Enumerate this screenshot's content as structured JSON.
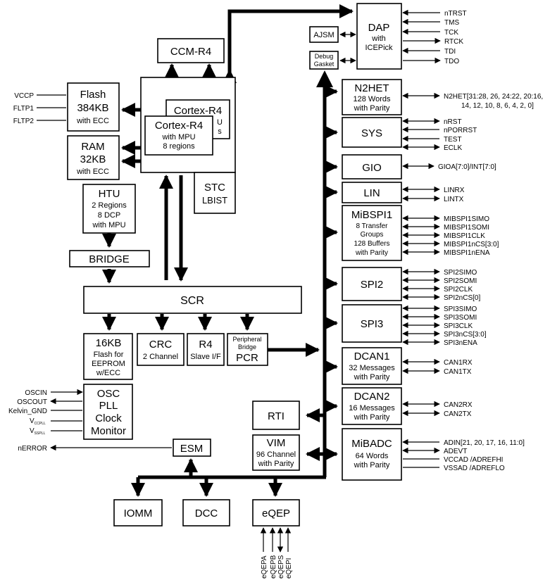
{
  "blocks": {
    "dap": {
      "title": "DAP",
      "line1": "with",
      "line2": "ICEPick"
    },
    "ajsm": {
      "title": "AJSM"
    },
    "debug_gasket": {
      "line1": "Debug",
      "line2": "Gasket"
    },
    "ccm": {
      "title": "CCM-R4"
    },
    "cortex_back": {
      "title": "Cortex-R4",
      "frag1": "U",
      "frag2": "s"
    },
    "cortex_front": {
      "title": "Cortex-R4",
      "line1": "with MPU",
      "line2": "8 regions"
    },
    "stc": {
      "title": "STC",
      "line1": "LBIST"
    },
    "flash": {
      "title": "Flash",
      "line1": "384KB",
      "line2": "with ECC"
    },
    "ram": {
      "title": "RAM",
      "line1": "32KB",
      "line2": "with ECC"
    },
    "htu": {
      "title": "HTU",
      "line1": "2 Regions",
      "line2": "8 DCP",
      "line3": "with MPU"
    },
    "bridge": {
      "title": "BRIDGE"
    },
    "scr": {
      "title": "SCR"
    },
    "eeprom": {
      "title": "16KB",
      "line1": "Flash for",
      "line2": "EEPROM",
      "line3": "w/ECC"
    },
    "crc": {
      "title": "CRC",
      "line1": "2 Channel"
    },
    "r4slave": {
      "title": "R4",
      "line1": "Slave I/F"
    },
    "pcr": {
      "line1": "Peripheral",
      "line2": "Bridge",
      "title": "PCR"
    },
    "osc": {
      "line1": "OSC",
      "line2": "PLL",
      "line3": "Clock",
      "line4": "Monitor"
    },
    "esm": {
      "title": "ESM"
    },
    "rti": {
      "title": "RTI"
    },
    "vim": {
      "title": "VIM",
      "line1": "96 Channel",
      "line2": "with Parity"
    },
    "iomm": {
      "title": "IOMM"
    },
    "dcc": {
      "title": "DCC"
    },
    "eqep": {
      "title": "eQEP"
    },
    "n2het": {
      "title": "N2HET",
      "line1": "128 Words",
      "line2": "with Parity"
    },
    "sys": {
      "title": "SYS"
    },
    "gio": {
      "title": "GIO"
    },
    "lin": {
      "title": "LIN"
    },
    "mibspi1": {
      "title": "MiBSPI1",
      "line1": "8 Transfer",
      "line2": "Groups",
      "line3": "128 Buffers",
      "line4": "with Parity"
    },
    "spi2": {
      "title": "SPI2"
    },
    "spi3": {
      "title": "SPI3"
    },
    "dcan1": {
      "title": "DCAN1",
      "line1": "32 Messages",
      "line2": "with Parity"
    },
    "dcan2": {
      "title": "DCAN2",
      "line1": "16 Messages",
      "line2": "with Parity"
    },
    "mibadc": {
      "title": "MiBADC",
      "line1": "64 Words",
      "line2": "with Parity"
    }
  },
  "signals": {
    "dap": [
      "nTRST",
      "TMS",
      "TCK",
      "RTCK",
      "TDI",
      "TDO"
    ],
    "n2het": [
      "N2HET[31:28, 26, 24:22, 20:16,",
      "14, 12, 10, 8, 6, 4, 2, 0]"
    ],
    "sys": [
      "nRST",
      "nPORRST",
      "TEST",
      "ECLK"
    ],
    "gio": [
      "GIOA[7:0]/INT[7:0]"
    ],
    "lin": [
      "LINRX",
      "LINTX"
    ],
    "mibspi1": [
      "MIBSPI1SIMO",
      "MIBSPI1SOMI",
      "MIBSPI1CLK",
      "MIBSPI1nCS[3:0]",
      "MIBSPI1nENA"
    ],
    "spi2": [
      "SPI2SIMO",
      "SPI2SOMI",
      "SPI2CLK",
      "SPI2nCS[0]"
    ],
    "spi3": [
      "SPI3SIMO",
      "SPI3SOMI",
      "SPI3CLK",
      "SPI3nCS[3:0]",
      "SPI3nENA"
    ],
    "dcan1": [
      "CAN1RX",
      "CAN1TX"
    ],
    "dcan2": [
      "CAN2RX",
      "CAN2TX"
    ],
    "mibadc": [
      "ADIN[21, 20, 17, 16, 11:0]",
      "ADEVT",
      "VCCAD /ADREFHI",
      "VSSAD /ADREFLO"
    ],
    "flash": [
      "VCCP",
      "FLTP1",
      "FLTP2"
    ],
    "osc": [
      "OSCIN",
      "OSCOUT",
      "Kelvin_GND"
    ],
    "vcc_pll": {
      "main": "V",
      "sub": "CCPLL"
    },
    "vss_pll": {
      "main": "V",
      "sub": "SSPLL"
    },
    "esm": [
      "nERROR"
    ],
    "eqep": [
      "eQEPA",
      "eQEPB",
      "eQEPS",
      "eQEPI"
    ]
  }
}
